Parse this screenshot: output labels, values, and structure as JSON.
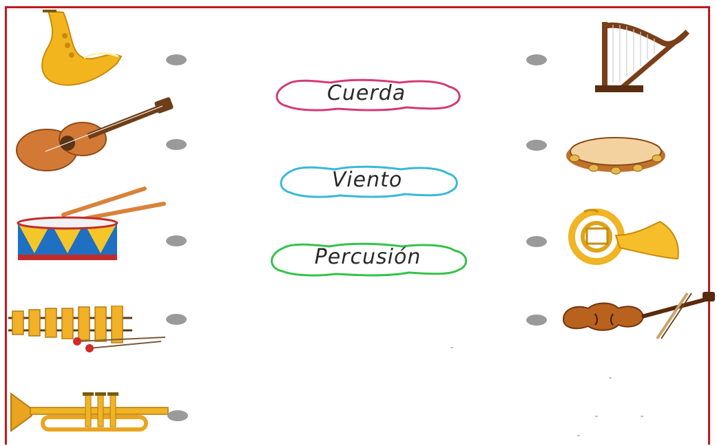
{
  "categories": [
    {
      "label": "Cuerda",
      "color": "#d43a72"
    },
    {
      "label": "Viento",
      "color": "#3ab8d6"
    },
    {
      "label": "Percusión",
      "color": "#34c24a"
    }
  ],
  "left_instruments": [
    "saxophone-icon",
    "guitar-icon",
    "drum-icon",
    "xylophone-icon",
    "trumpet-icon"
  ],
  "right_instruments": [
    "harp-icon",
    "tambourine-icon",
    "french-horn-icon",
    "violin-icon"
  ],
  "colors": {
    "frame": "#c0171c",
    "dot": "#9a9a9a",
    "brass": "#f0b424",
    "wood": "#c46a2a"
  }
}
